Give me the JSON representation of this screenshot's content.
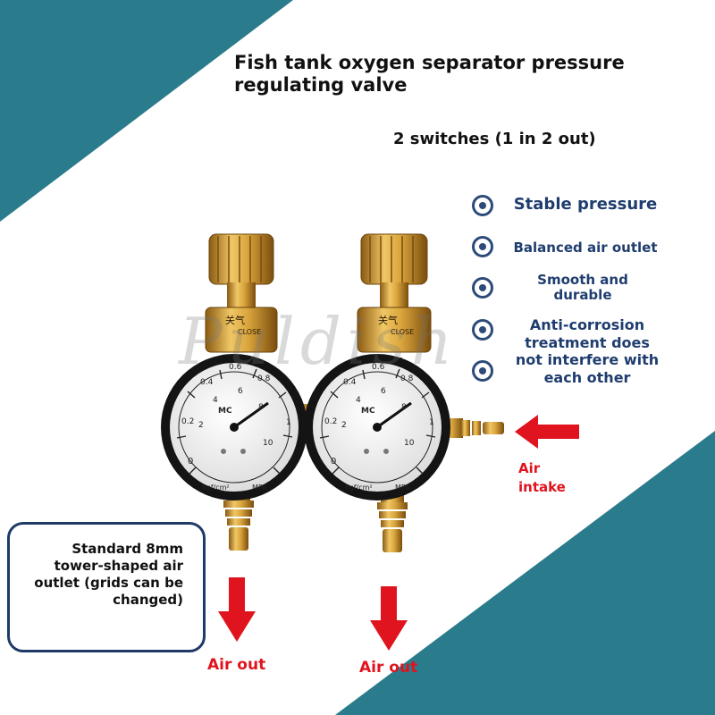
{
  "title": "Fish tank oxygen separator pressure regulating valve",
  "subtitle": "2 switches (1 in 2 out)",
  "features": [
    {
      "label": "Stable pressure"
    },
    {
      "label": "Balanced air outlet"
    },
    {
      "label": "Smooth and durable"
    },
    {
      "label": "Anti-corrosion treatment does not interfere with each other"
    }
  ],
  "outlet_box": {
    "text": "Standard 8mm tower-shaped air outlet (grids can be changed)"
  },
  "labels": {
    "air_intake_1": "Air",
    "air_intake_2": "intake",
    "air_out_left": "Air out",
    "air_out_right": "Air out"
  },
  "gauge": {
    "scale_kgf": [
      "2",
      "4",
      "6",
      "8",
      "10"
    ],
    "scale_mpa": [
      "0.2",
      "0.4",
      "0.6",
      "0.8",
      "1"
    ],
    "zero": "0",
    "brand": "MC",
    "unit_kgf": "kgf/cm²",
    "unit_mpa": "MPa",
    "valve_text": "关气",
    "valve_sub": "CLOSE"
  },
  "watermark": "Puldish",
  "colors": {
    "teal": "#2a7c8c",
    "navy": "#1e3a66",
    "feature_text": "#1f3d6e",
    "red": "#e0141e",
    "brass": "#c8962e"
  }
}
